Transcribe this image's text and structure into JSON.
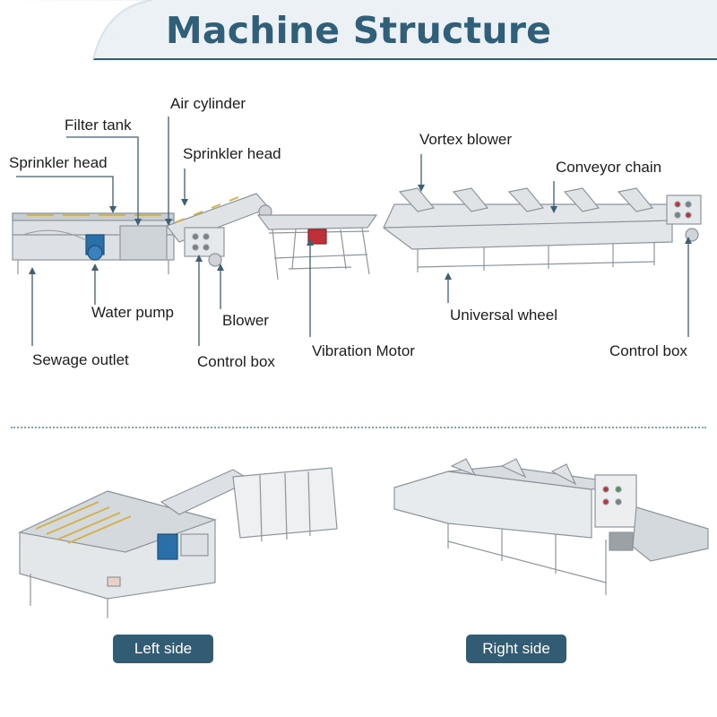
{
  "header": {
    "title": "Machine Structure",
    "accent_color": "#2f5f79",
    "band_color": "#ecf1f5"
  },
  "labels": {
    "filter_tank": "Filter tank",
    "air_cylinder": "Air cylinder",
    "sprinkler_head_left": "Sprinkler head",
    "sprinkler_head_right": "Sprinkler head",
    "water_pump": "Water pump",
    "blower": "Blower",
    "control_box_left": "Control box",
    "sewage_outlet": "Sewage outlet",
    "vibration_motor": "Vibration Motor",
    "vortex_blower": "Vortex blower",
    "conveyor_chain": "Conveyor chain",
    "universal_wheel": "Universal wheel",
    "control_box_right": "Control box"
  },
  "views": {
    "left_side": "Left side",
    "right_side": "Right side"
  },
  "colors": {
    "leader_line": "#3f5f74",
    "steel": "#c9ced3",
    "steel_dark": "#8d959c",
    "pump_blue": "#2a6fa8",
    "motor_red": "#c0303a"
  }
}
